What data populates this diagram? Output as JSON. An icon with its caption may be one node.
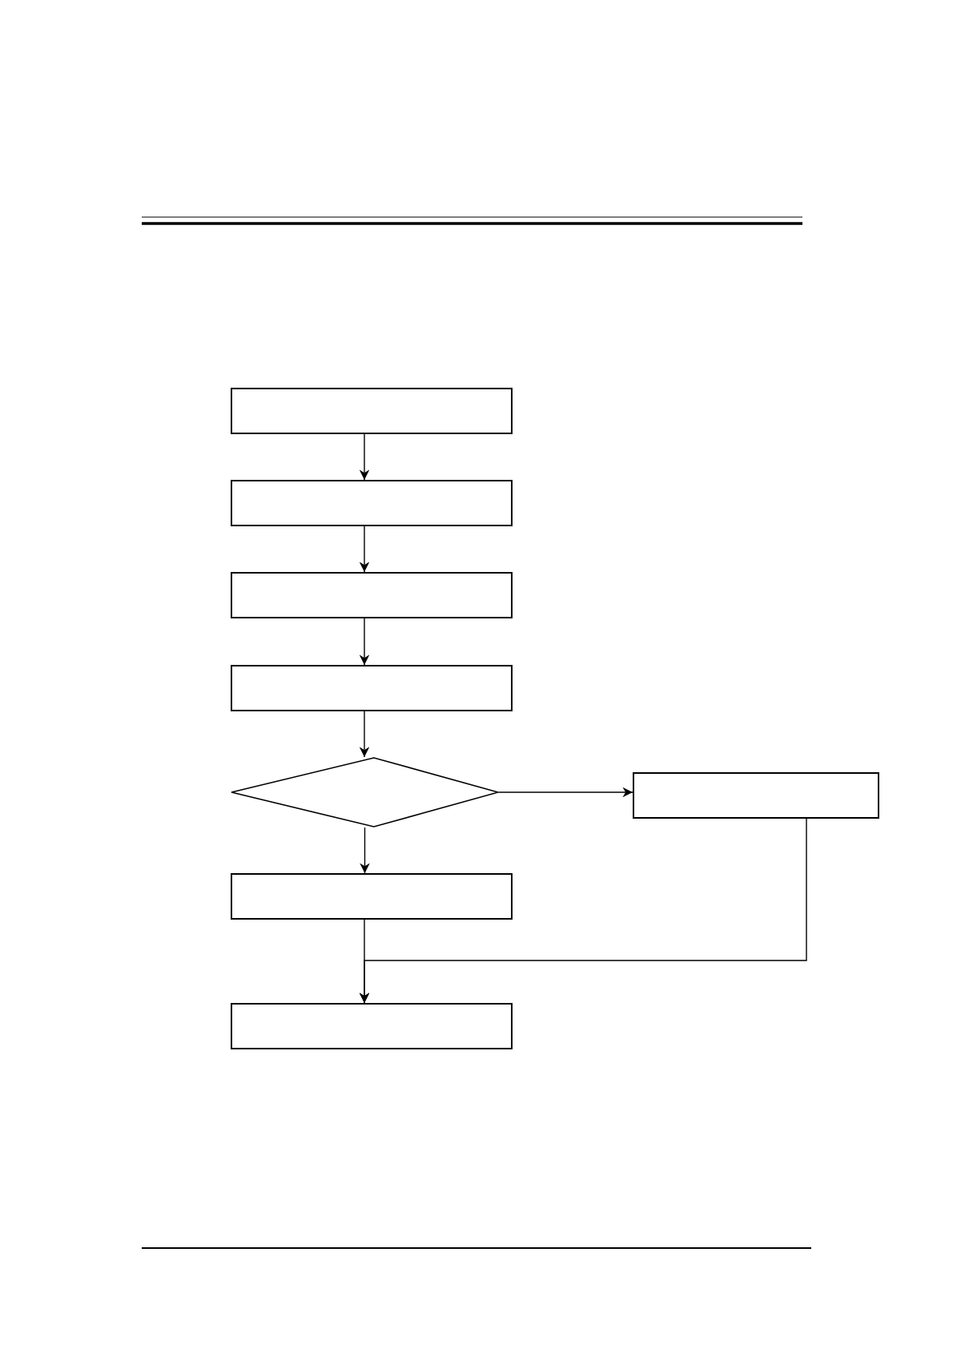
{
  "diagram": {
    "nodes": [
      {
        "text": [],
        "shape": "box"
      },
      {
        "text": [],
        "shape": "box"
      },
      {
        "text": [],
        "shape": "box"
      },
      {
        "text": [],
        "shape": "box"
      },
      {
        "text": [],
        "shape": "diamond"
      },
      {
        "text": [],
        "shape": "box"
      },
      {
        "text": [],
        "shape": "box"
      },
      {
        "text": [],
        "shape": "box"
      }
    ],
    "edges": [
      {
        "from": 0,
        "to": 1,
        "arrow": "to"
      },
      {
        "from": 1,
        "to": 2,
        "arrow": "to"
      },
      {
        "from": 2,
        "to": 3,
        "arrow": "to"
      },
      {
        "from": 3,
        "to": 4,
        "arrow": "to"
      },
      {
        "from": 4,
        "to": 5,
        "arrow": "to"
      },
      {
        "from": 4,
        "to": 6,
        "arrow": "to"
      },
      {
        "from": 6,
        "to": 7,
        "arrow": "to"
      },
      {
        "from": 5,
        "to": 7,
        "arrow": "to"
      }
    ]
  }
}
